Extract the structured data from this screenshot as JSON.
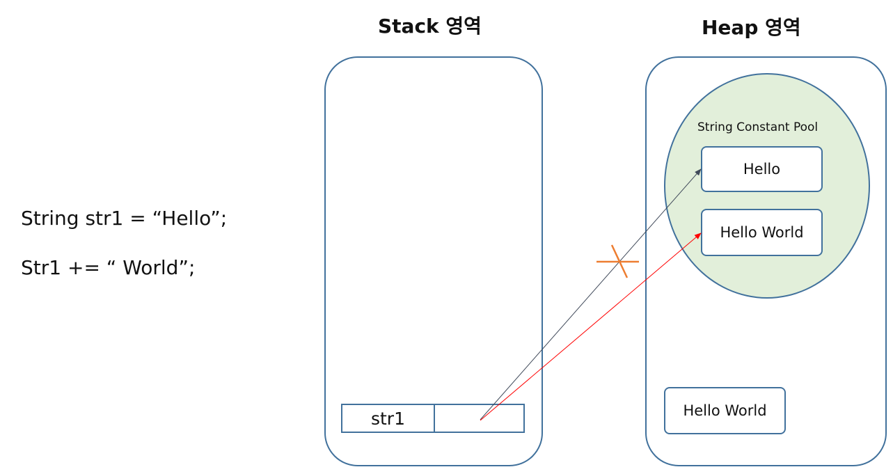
{
  "titles": {
    "stack": "Stack 영역",
    "heap": "Heap 영역"
  },
  "code": {
    "line1": "String str1 = “Hello”;",
    "line2": "Str1 += “ World”;"
  },
  "stack": {
    "variable_name": "str1",
    "variable_value": ""
  },
  "heap": {
    "pool_label": "String Constant Pool",
    "pool_strings": [
      "Hello",
      "Hello World"
    ],
    "outside_string": "Hello World"
  },
  "arrows": {
    "old_reference_color": "#404a5a",
    "new_reference_color": "#ff0000",
    "cross_mark_color": "#ed7d31"
  }
}
